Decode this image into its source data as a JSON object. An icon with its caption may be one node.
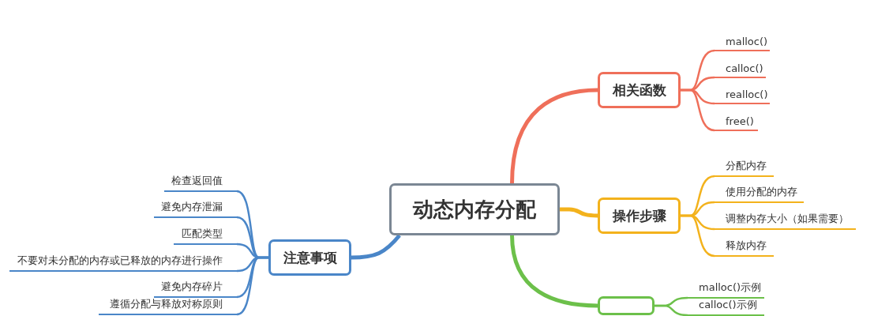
{
  "diagram": {
    "nodes": [
      {
        "text": [
          "动态内存分配"
        ]
      },
      {
        "text": [
          "相关函数"
        ]
      },
      {
        "text": [
          "malloc()"
        ]
      },
      {
        "text": [
          "calloc()"
        ]
      },
      {
        "text": [
          "realloc()"
        ]
      },
      {
        "text": [
          "free()"
        ]
      },
      {
        "text": [
          "操作步骤"
        ]
      },
      {
        "text": [
          "分配内存"
        ]
      },
      {
        "text": [
          "使用分配的内存"
        ]
      },
      {
        "text": [
          "调整内存大小（如果需要）"
        ]
      },
      {
        "text": [
          "释放内存"
        ]
      },
      {
        "text": [],
        "shape": "box"
      },
      {
        "text": [
          "malloc()示例"
        ]
      },
      {
        "text": [
          "calloc()示例"
        ]
      },
      {
        "text": [
          "注意事项"
        ]
      },
      {
        "text": [
          "检查返回值"
        ]
      },
      {
        "text": [
          "避免内存泄漏"
        ]
      },
      {
        "text": [
          "匹配类型"
        ]
      },
      {
        "text": [
          "不要对未分配的内存或已释放的内存进行操作"
        ]
      },
      {
        "text": [
          "避免内存碎片"
        ]
      },
      {
        "text": [
          "遵循分配与释放对称原则"
        ]
      }
    ],
    "edges": [
      {
        "from": 0,
        "to": 1,
        "arrow": "none",
        "style": "thick",
        "color": "#ef6f5a"
      },
      {
        "from": 1,
        "to": 2,
        "arrow": "none",
        "color": "#ef6f5a"
      },
      {
        "from": 1,
        "to": 3,
        "arrow": "none",
        "color": "#ef6f5a"
      },
      {
        "from": 1,
        "to": 4,
        "arrow": "none",
        "color": "#ef6f5a"
      },
      {
        "from": 1,
        "to": 5,
        "arrow": "none",
        "color": "#ef6f5a"
      },
      {
        "from": 0,
        "to": 6,
        "arrow": "none",
        "style": "thick",
        "color": "#f3b21c"
      },
      {
        "from": 6,
        "to": 7,
        "arrow": "none",
        "color": "#f3b21c"
      },
      {
        "from": 6,
        "to": 8,
        "arrow": "none",
        "color": "#f3b21c"
      },
      {
        "from": 6,
        "to": 9,
        "arrow": "none",
        "color": "#f3b21c"
      },
      {
        "from": 6,
        "to": 10,
        "arrow": "none",
        "color": "#f3b21c"
      },
      {
        "from": 0,
        "to": 11,
        "arrow": "none",
        "style": "thick",
        "color": "#6cc04a"
      },
      {
        "from": 11,
        "to": 12,
        "arrow": "none",
        "color": "#6cc04a"
      },
      {
        "from": 11,
        "to": 13,
        "arrow": "none",
        "color": "#6cc04a"
      },
      {
        "from": 0,
        "to": 14,
        "arrow": "none",
        "style": "thick",
        "color": "#4a86c8"
      },
      {
        "from": 14,
        "to": 15,
        "arrow": "none",
        "color": "#4a86c8"
      },
      {
        "from": 14,
        "to": 16,
        "arrow": "none",
        "color": "#4a86c8"
      },
      {
        "from": 14,
        "to": 17,
        "arrow": "none",
        "color": "#4a86c8"
      },
      {
        "from": 14,
        "to": 18,
        "arrow": "none",
        "color": "#4a86c8"
      },
      {
        "from": 14,
        "to": 19,
        "arrow": "none",
        "color": "#4a86c8"
      },
      {
        "from": 14,
        "to": 20,
        "arrow": "none",
        "color": "#4a86c8"
      }
    ]
  }
}
